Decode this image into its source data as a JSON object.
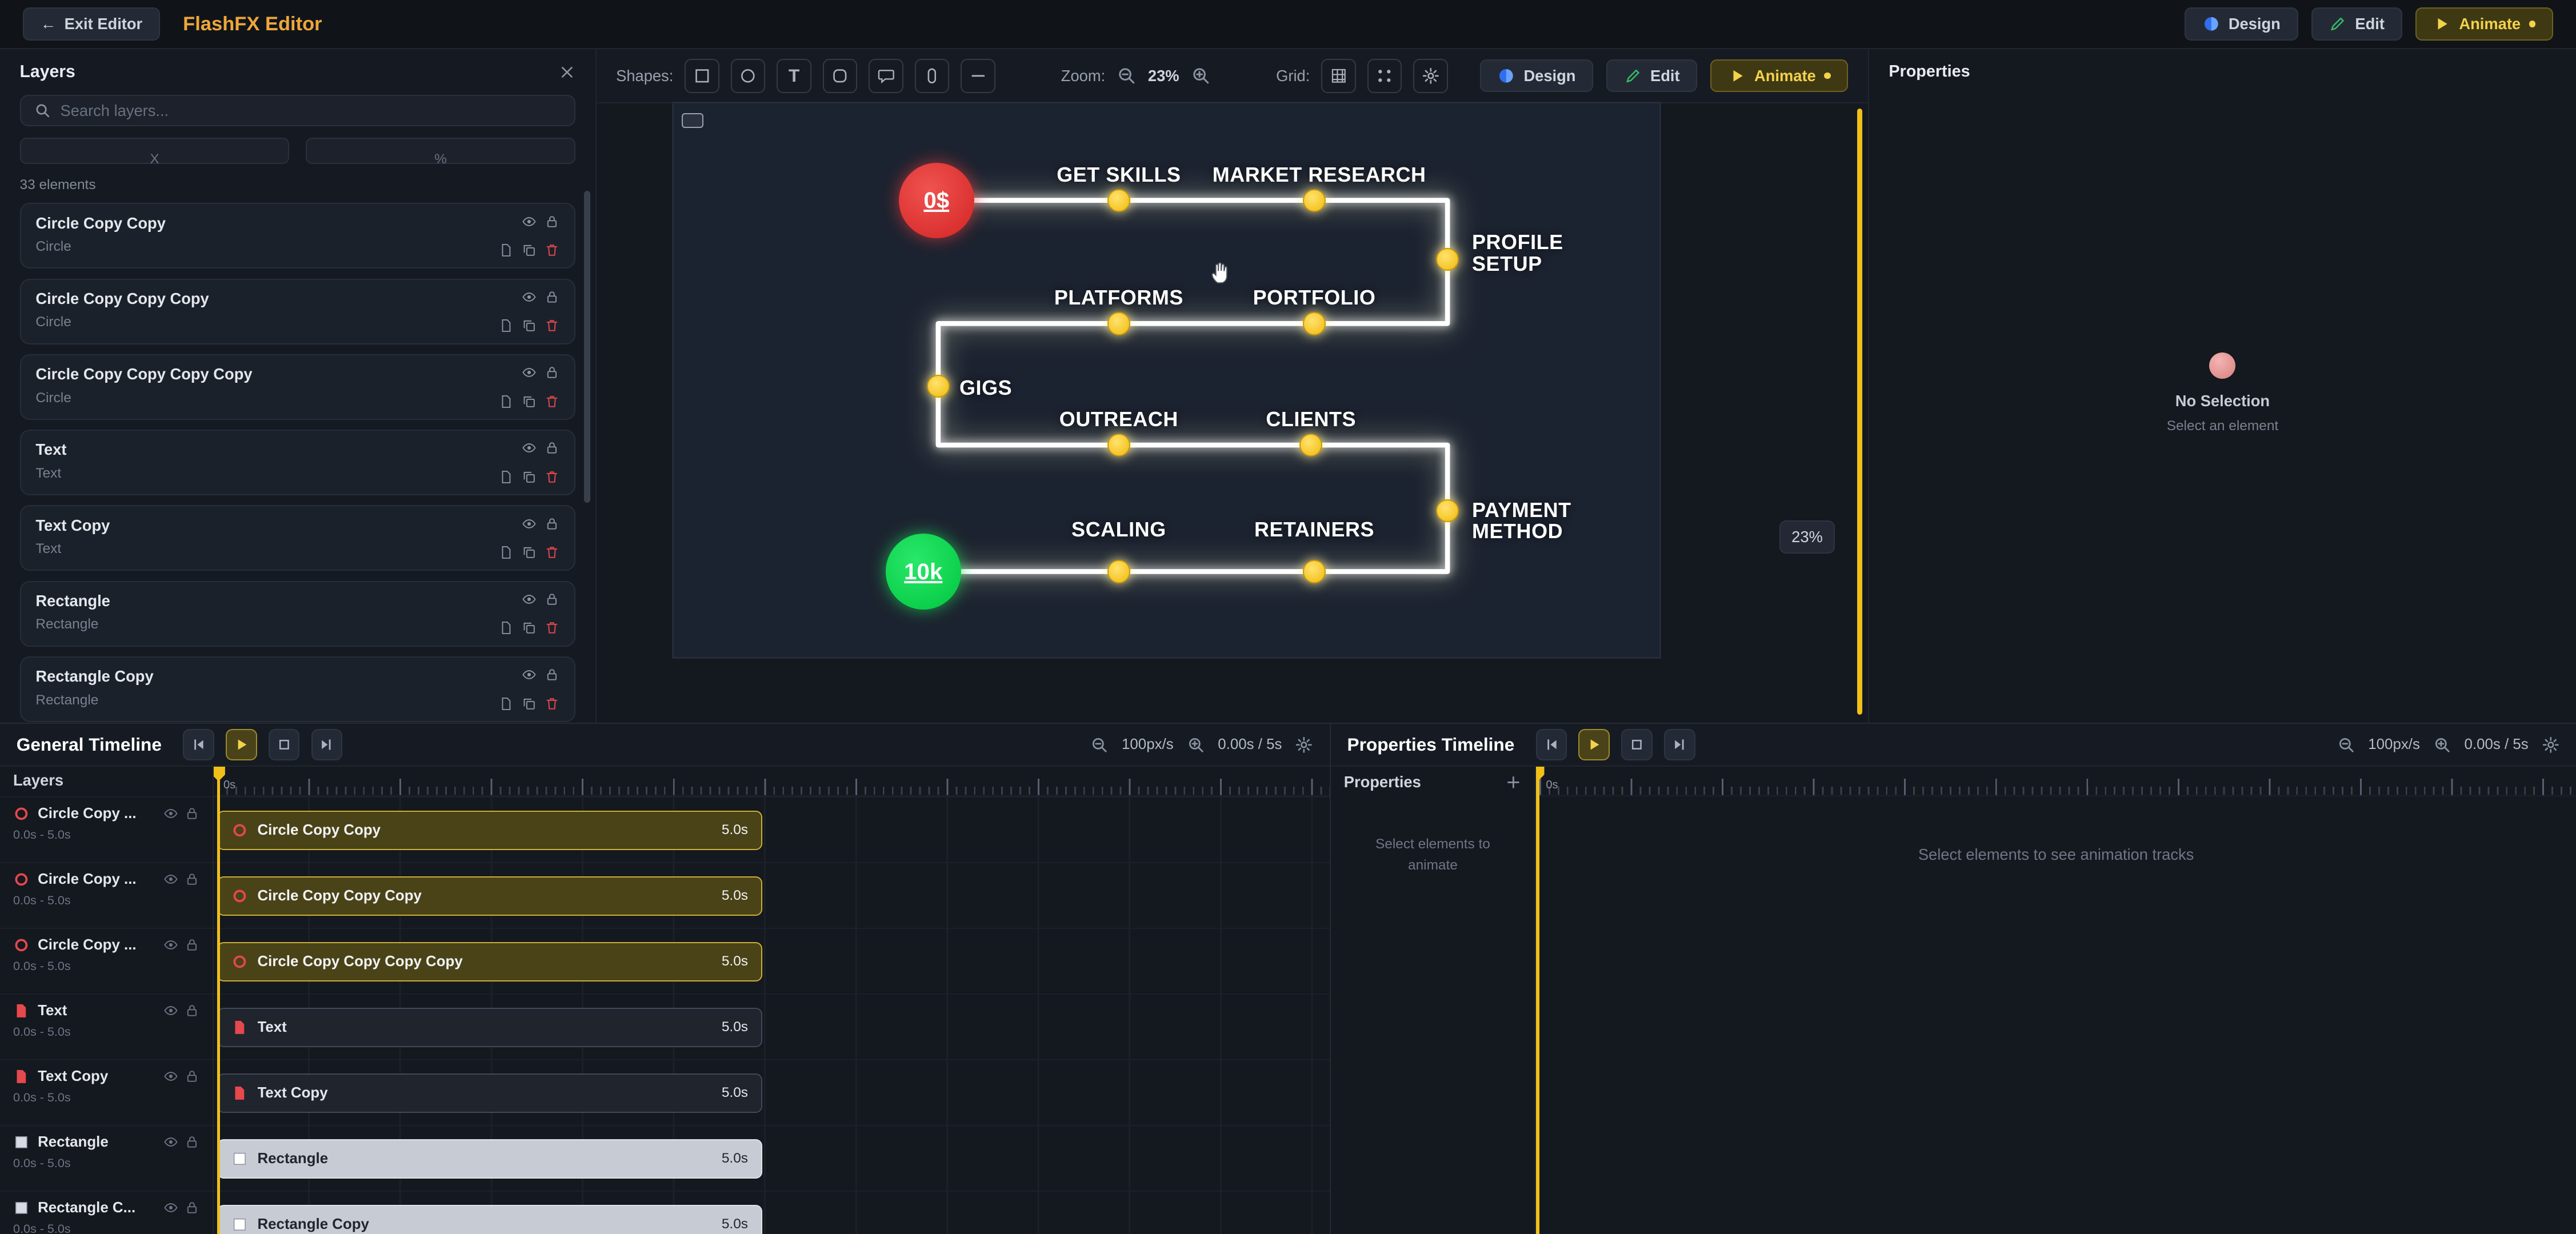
{
  "modes": {
    "design": "Design",
    "edit": "Edit",
    "animate": "Animate"
  },
  "topbar": {
    "exit_label": "Exit Editor",
    "app_title": "FlashFX Editor"
  },
  "layers_panel": {
    "title": "Layers",
    "search_placeholder": "Search layers...",
    "filter_x_placeholder": "X",
    "filter_percent_placeholder": "%",
    "count": "33 elements",
    "items": [
      {
        "name": "Circle Copy Copy",
        "type": "Circle"
      },
      {
        "name": "Circle Copy Copy Copy",
        "type": "Circle"
      },
      {
        "name": "Circle Copy Copy Copy Copy",
        "type": "Circle"
      },
      {
        "name": "Text",
        "type": "Text"
      },
      {
        "name": "Text Copy",
        "type": "Text"
      },
      {
        "name": "Rectangle",
        "type": "Rectangle"
      },
      {
        "name": "Rectangle Copy",
        "type": "Rectangle"
      }
    ]
  },
  "toolbar": {
    "shapes_label": "Shapes:",
    "text_tool": "T",
    "zoom_label": "Zoom:",
    "zoom_value": "23%",
    "grid_label": "Grid:"
  },
  "canvas": {
    "zoom_badge": "23%",
    "start_node": "0$",
    "end_node": "10k",
    "labels": {
      "get_skills": "GET SKILLS",
      "market_research": "MARKET RESEARCH",
      "profile_setup": "PROFILE SETUP",
      "platforms": "PLATFORMS",
      "portfolio": "PORTFOLIO",
      "gigs": "GIGS",
      "outreach": "OUTREACH",
      "clients": "CLIENTS",
      "payment_method": "PAYMENT METHOD",
      "scaling": "SCALING",
      "retainers": "RETAINERS"
    }
  },
  "properties_panel": {
    "title": "Properties",
    "no_selection": "No Selection",
    "no_selection_hint": "Select an element"
  },
  "general_timeline": {
    "title": "General Timeline",
    "layers_label": "Layers",
    "zoom_rate": "100px/s",
    "time_display": "0.00s / 5s",
    "ruler_zero": "0s",
    "rows": [
      {
        "list_name": "Circle Copy ...",
        "range": "0.0s - 5.0s",
        "bar_label": "Circle Copy Copy",
        "duration": "5.0s"
      },
      {
        "list_name": "Circle Copy ...",
        "range": "0.0s - 5.0s",
        "bar_label": "Circle Copy Copy Copy",
        "duration": "5.0s"
      },
      {
        "list_name": "Circle Copy ...",
        "range": "0.0s - 5.0s",
        "bar_label": "Circle Copy Copy Copy Copy",
        "duration": "5.0s"
      },
      {
        "list_name": "Text",
        "range": "0.0s - 5.0s",
        "bar_label": "Text",
        "duration": "5.0s"
      },
      {
        "list_name": "Text Copy",
        "range": "0.0s - 5.0s",
        "bar_label": "Text Copy",
        "duration": "5.0s"
      },
      {
        "list_name": "Rectangle",
        "range": "0.0s - 5.0s",
        "bar_label": "Rectangle",
        "duration": "5.0s"
      },
      {
        "list_name": "Rectangle C...",
        "range": "0.0s - 5.0s",
        "bar_label": "Rectangle Copy",
        "duration": "5.0s"
      }
    ]
  },
  "properties_timeline": {
    "title": "Properties Timeline",
    "properties_label": "Properties",
    "zoom_rate": "100px/s",
    "time_display": "0.00s / 5s",
    "ruler_zero": "0s",
    "empty_sidebar": "Select elements to animate",
    "empty_tracks": "Select elements to see animation tracks"
  }
}
